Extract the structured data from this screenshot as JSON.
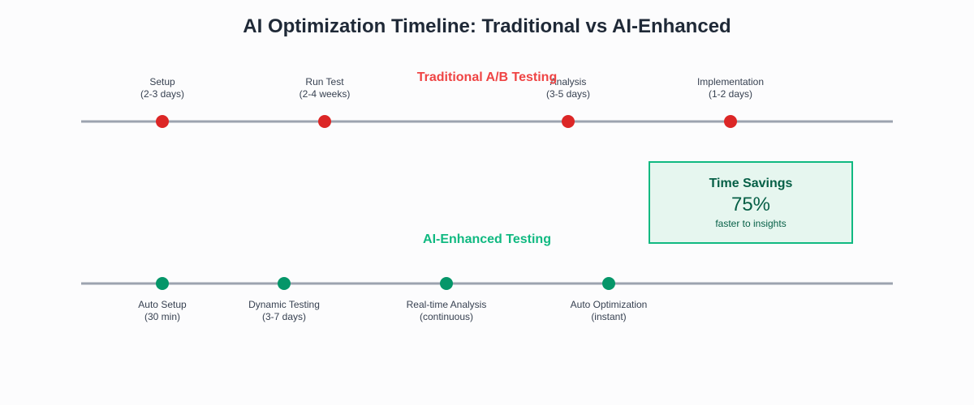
{
  "title": "AI Optimization Timeline: Traditional vs AI-Enhanced",
  "colors": {
    "traditional": "#dc2626",
    "traditional_label": "#ef4444",
    "ai": "#059669",
    "ai_label": "#10b981",
    "line": "#9ca3af",
    "box_bg": "#e6f6ef",
    "box_border": "#10b981",
    "box_text": "#065f46"
  },
  "traditional": {
    "label": "Traditional A/B Testing",
    "steps": [
      {
        "name": "Setup",
        "duration": "(2-3 days)"
      },
      {
        "name": "Run Test",
        "duration": "(2-4 weeks)"
      },
      {
        "name": "Analysis",
        "duration": "(3-5 days)"
      },
      {
        "name": "Implementation",
        "duration": "(1-2 days)"
      }
    ]
  },
  "ai": {
    "label": "AI-Enhanced Testing",
    "steps": [
      {
        "name": "Auto Setup",
        "duration": "(30 min)"
      },
      {
        "name": "Dynamic Testing",
        "duration": "(3-7 days)"
      },
      {
        "name": "Real-time Analysis",
        "duration": "(continuous)"
      },
      {
        "name": "Auto Optimization",
        "duration": "(instant)"
      }
    ]
  },
  "savings": {
    "title": "Time Savings",
    "value": "75%",
    "caption": "faster to insights"
  }
}
